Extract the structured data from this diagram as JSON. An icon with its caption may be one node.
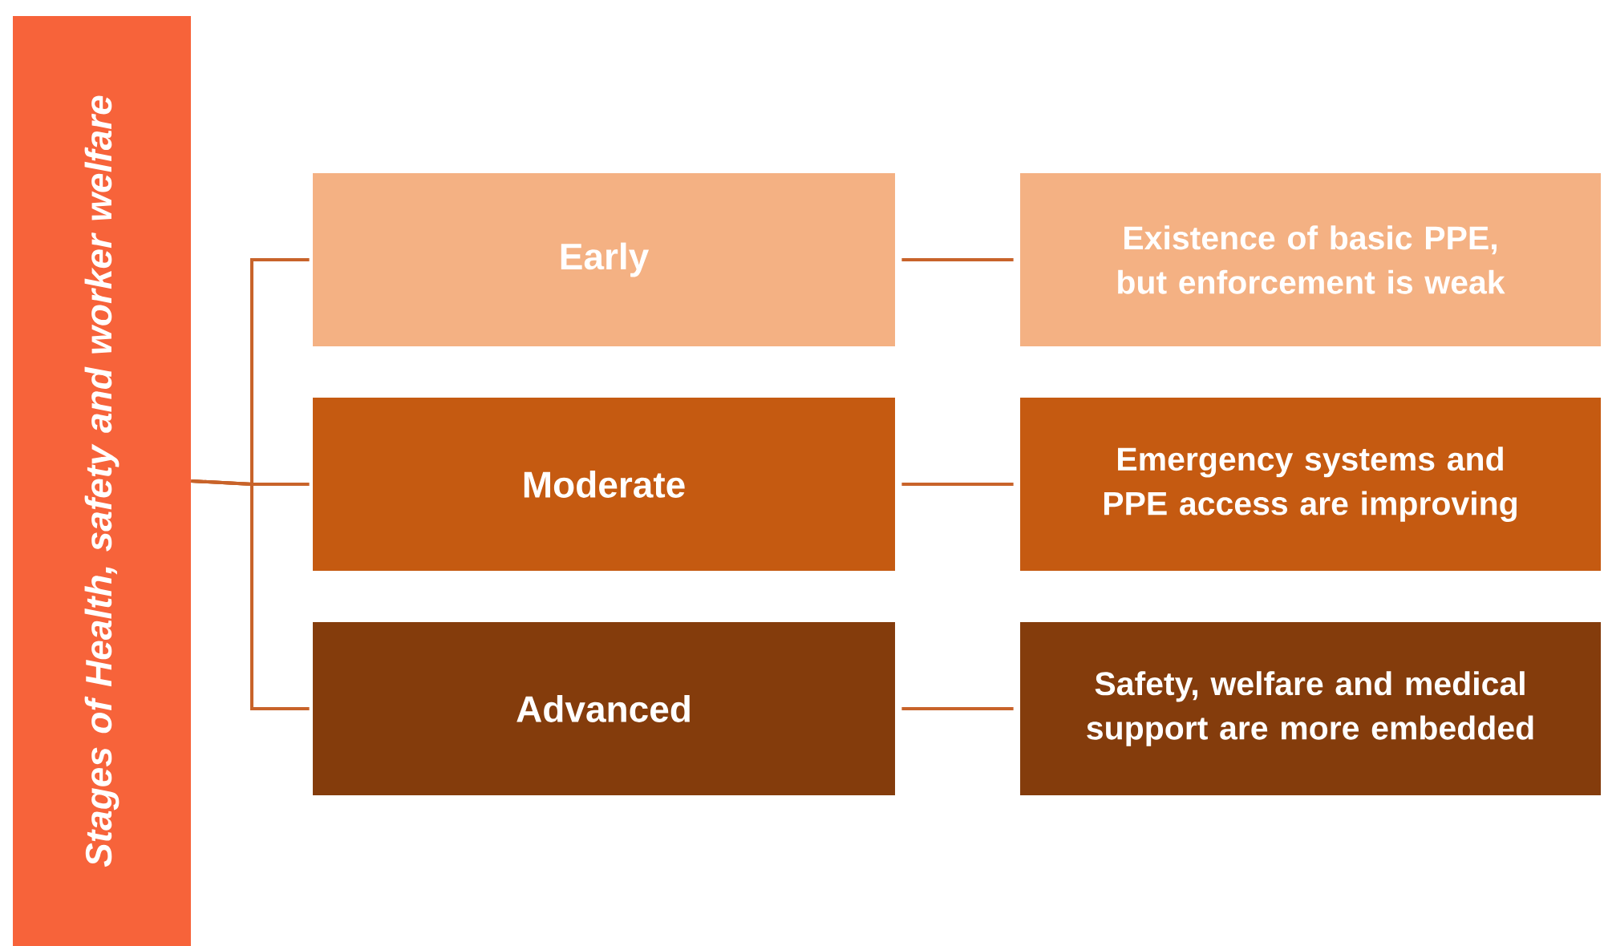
{
  "diagram": {
    "nodes": [
      {
        "text": [
          "Stages of Health, safety and worker welfare"
        ]
      },
      {
        "text": [
          "Early"
        ]
      },
      {
        "text": [
          "Moderate"
        ]
      },
      {
        "text": [
          "Advanced"
        ]
      },
      {
        "text": [
          "Existence of basic PPE, but enforcement is weak"
        ]
      },
      {
        "text": [
          "Emergency systems and PPE access are improving"
        ]
      },
      {
        "text": [
          "Safety, welfare and medical support are more embedded"
        ]
      }
    ],
    "edges": [
      {
        "from": 0,
        "to": 1,
        "arrow": "none"
      },
      {
        "from": 0,
        "to": 2,
        "arrow": "none"
      },
      {
        "from": 0,
        "to": 3,
        "arrow": "none"
      },
      {
        "from": 1,
        "to": 4,
        "arrow": "none"
      },
      {
        "from": 2,
        "to": 5,
        "arrow": "none"
      },
      {
        "from": 3,
        "to": 6,
        "arrow": "none"
      }
    ]
  }
}
